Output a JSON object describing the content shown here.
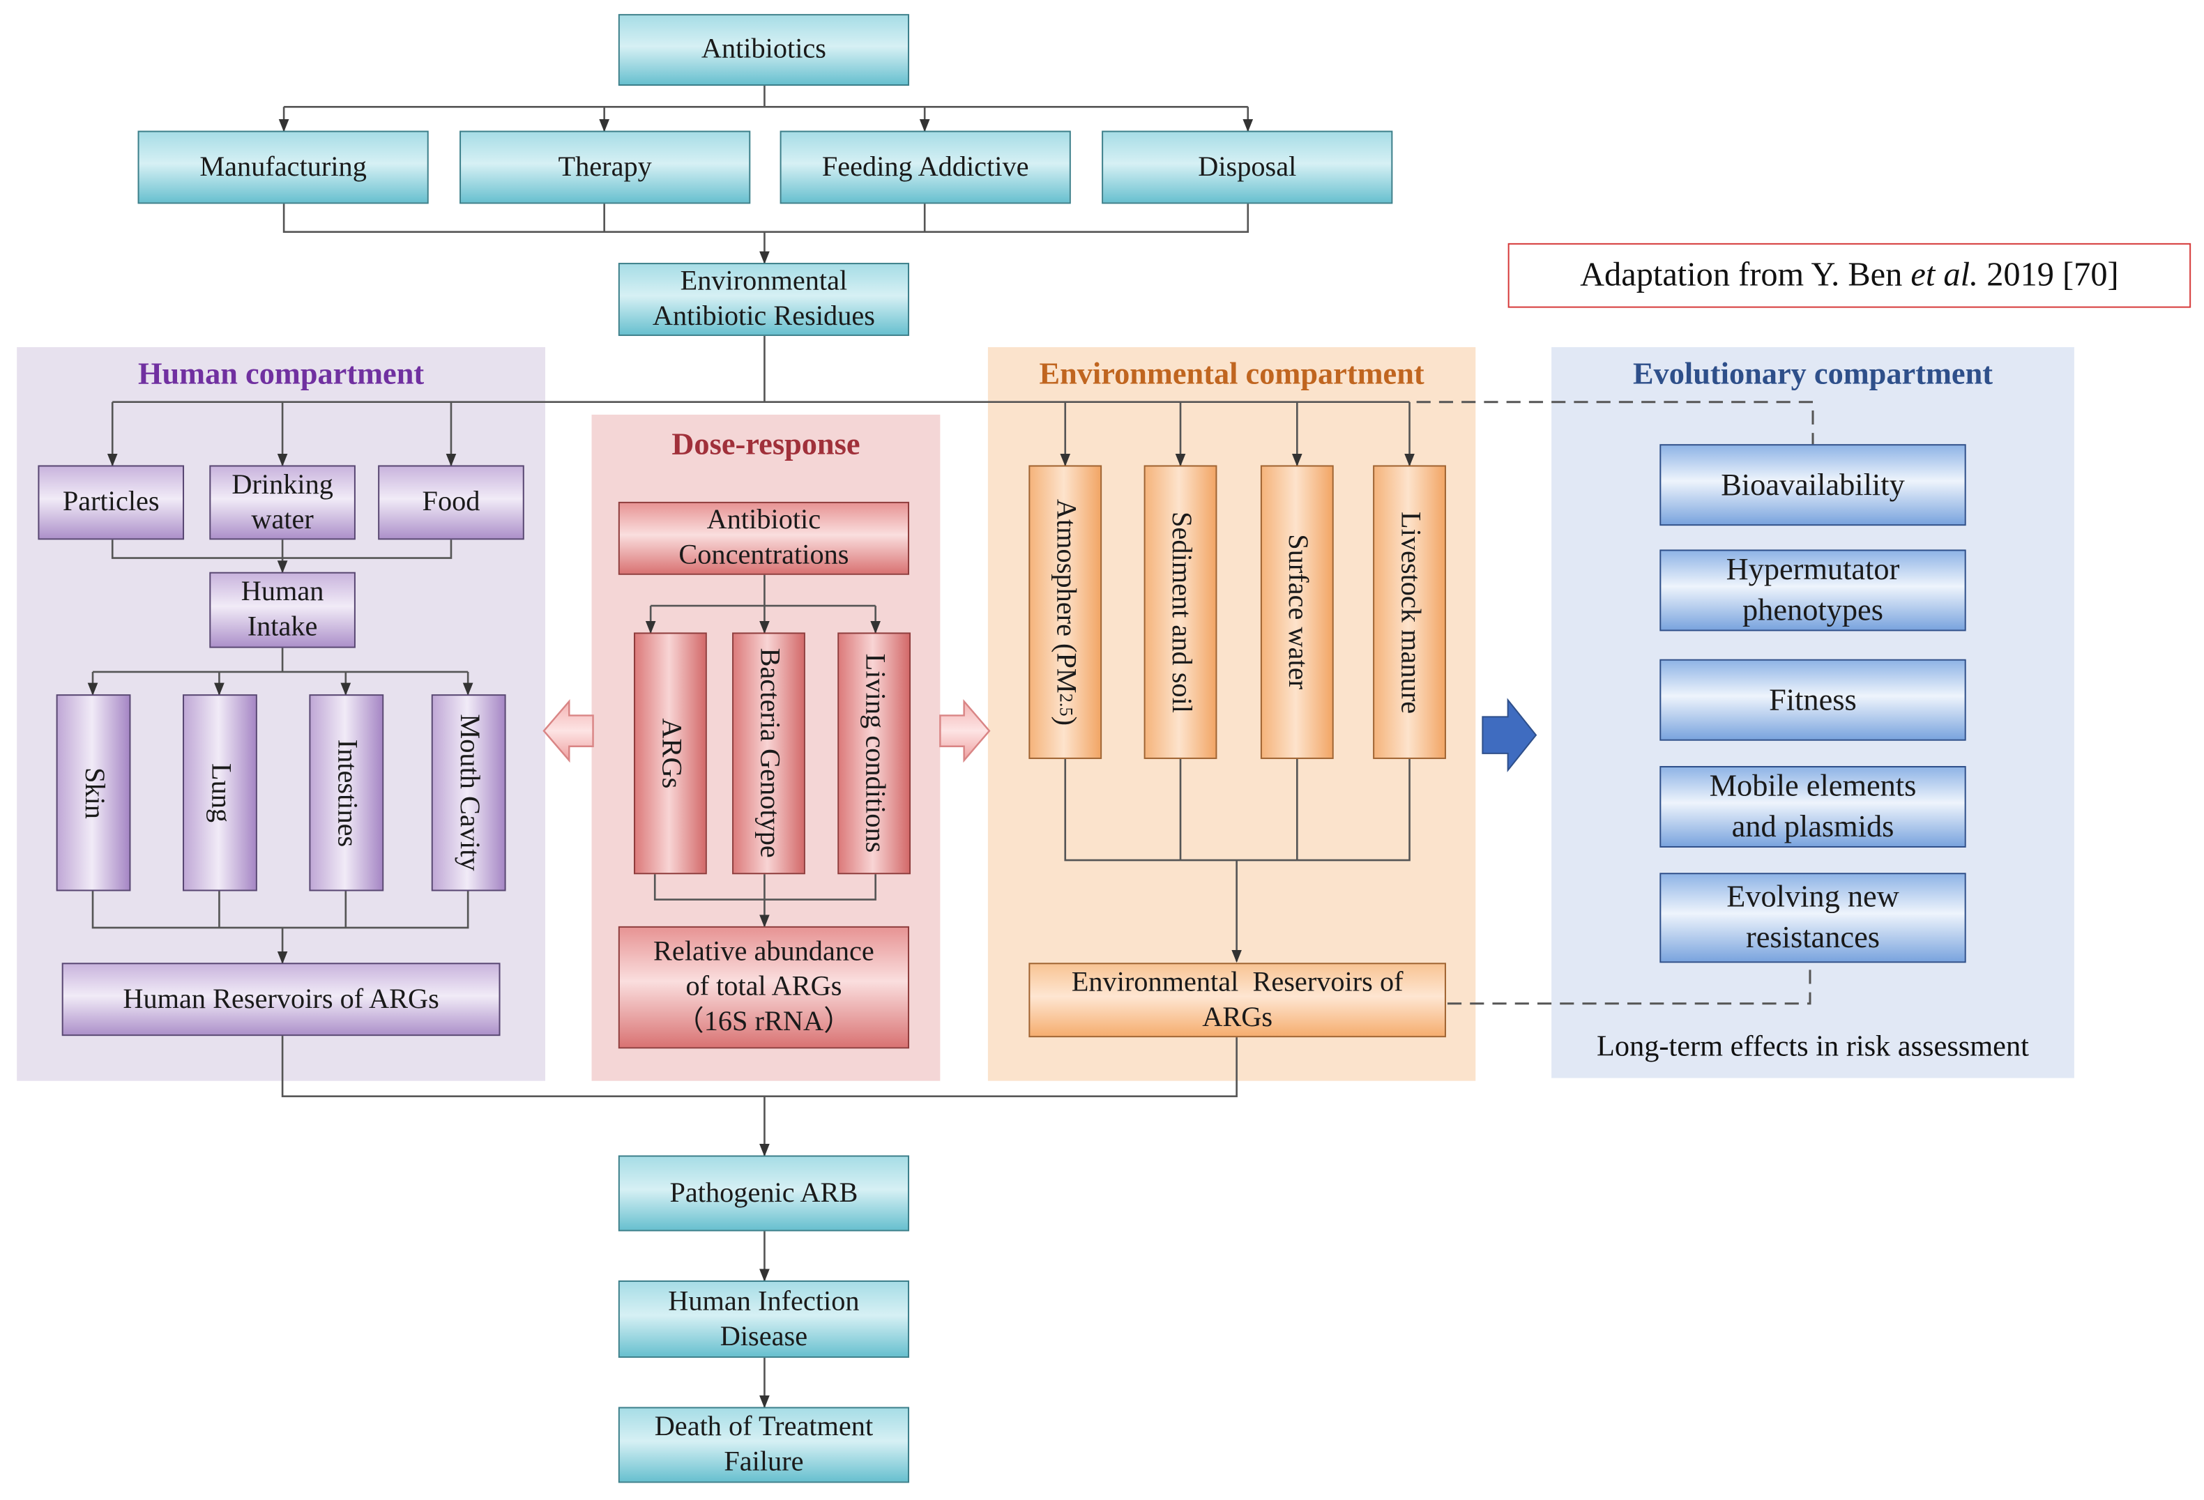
{
  "citation": {
    "prefix": "Adaptation from Y. Ben ",
    "etal": "et al.",
    "suffix": " 2019 [70]",
    "border_color": "#d63a3a"
  },
  "top_flow": {
    "antibiotics": "Antibiotics",
    "sources": [
      "Manufacturing",
      "Therapy",
      "Feeding Addictive",
      "Disposal"
    ],
    "residues": [
      "Environmental",
      "Antibiotic Residues"
    ]
  },
  "human": {
    "title": "Human compartment",
    "title_color": "#7030a0",
    "exposure": [
      "Particles",
      "Drinking water",
      "Food"
    ],
    "drinking_lines": [
      "Drinking",
      "water"
    ],
    "intake_lines": [
      "Human",
      "Intake"
    ],
    "organs": [
      "Skin",
      "Lung",
      "Intestines",
      "Mouth Cavity"
    ],
    "reservoir": "Human Reservoirs of ARGs"
  },
  "dose": {
    "title": "Dose-response",
    "title_color": "#a0303a",
    "concentrations": [
      "Antibiotic",
      "Concentrations"
    ],
    "factors": [
      "ARGs",
      "Bacteria Genotype",
      "Living conditions"
    ],
    "abundance": [
      "Relative abundance",
      "of total ARGs",
      "（16S rRNA）"
    ]
  },
  "environment": {
    "title": "Environmental compartment",
    "title_color": "#c0651f",
    "atmosphere_prefix": "Atmosphere (PM",
    "atmosphere_sub": "2.5",
    "atmosphere_suffix": ")",
    "media": [
      "Sediment and soil",
      "Surface water",
      "Livestock manure"
    ],
    "reservoir": [
      "Environmental  Reservoirs of",
      "ARGs"
    ]
  },
  "evolution": {
    "title": "Evolutionary compartment",
    "title_color": "#2e4f8a",
    "factors": [
      {
        "lines": [
          "Bioavailability"
        ]
      },
      {
        "lines": [
          "Hypermutator",
          "phenotypes"
        ]
      },
      {
        "lines": [
          "Fitness"
        ]
      },
      {
        "lines": [
          "Mobile elements",
          "and plasmids"
        ]
      },
      {
        "lines": [
          "Evolving new",
          "resistances"
        ]
      }
    ],
    "footnote": "Long-term effects in risk assessment"
  },
  "outcomes": {
    "pathogenic": "Pathogenic ARB",
    "infection": [
      "Human Infection",
      "Disease"
    ],
    "death": [
      "Death of Treatment",
      "Failure"
    ]
  }
}
